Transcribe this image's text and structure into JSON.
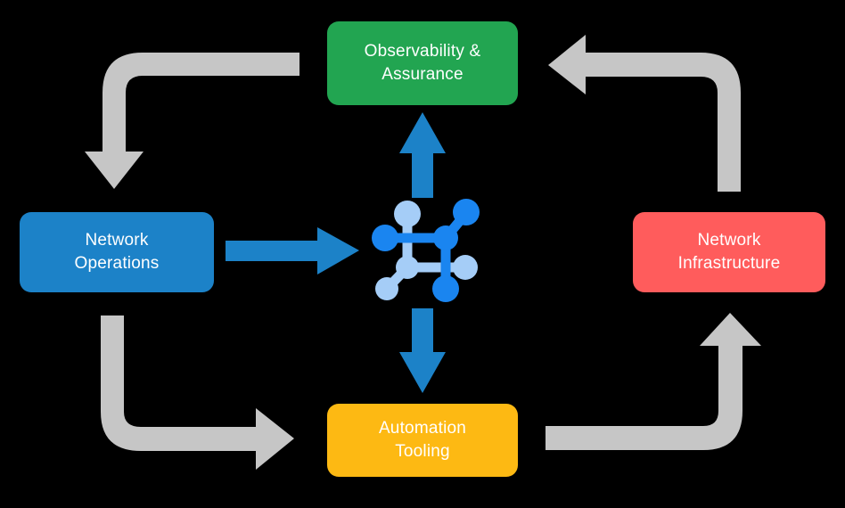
{
  "diagram": {
    "title": "Network automation lifecycle cycle diagram",
    "background_color": "#000000",
    "center": {
      "icon_name": "network-topology-icon",
      "colors": {
        "primary": "#1a85f0",
        "secondary": "#a5cdf7"
      }
    },
    "nodes": [
      {
        "id": "observability",
        "label": "Observability &\nAssurance",
        "color": "#22a551",
        "text_color": "#ffffff",
        "position": "top"
      },
      {
        "id": "operations",
        "label": "Network\nOperations",
        "color": "#1c82c8",
        "text_color": "#ffffff",
        "position": "left"
      },
      {
        "id": "infrastructure",
        "label": "Network\nInfrastructure",
        "color": "#ff5c5c",
        "text_color": "#ffffff",
        "position": "right"
      },
      {
        "id": "automation",
        "label": "Automation\nTooling",
        "color": "#fdb913",
        "text_color": "#ffffff",
        "position": "bottom"
      }
    ],
    "blue_arrows": [
      {
        "id": "arrow-center-to-observability",
        "direction": "up",
        "color": "#1c82c8"
      },
      {
        "id": "arrow-operations-to-center",
        "direction": "right",
        "color": "#1c82c8"
      },
      {
        "id": "arrow-center-to-automation",
        "direction": "down",
        "color": "#1c82c8"
      }
    ],
    "gray_arrows": [
      {
        "id": "arrow-observability-to-operations",
        "from": "observability",
        "to": "operations",
        "color": "#c6c6c6",
        "corner": "top-left",
        "head": "down"
      },
      {
        "id": "arrow-infrastructure-to-observability",
        "from": "infrastructure",
        "to": "observability",
        "color": "#c6c6c6",
        "corner": "top-right",
        "head": "left"
      },
      {
        "id": "arrow-operations-to-automation",
        "from": "operations",
        "to": "automation",
        "color": "#c6c6c6",
        "corner": "bottom-left",
        "head": "right"
      },
      {
        "id": "arrow-automation-to-infrastructure",
        "from": "automation",
        "to": "infrastructure",
        "color": "#c6c6c6",
        "corner": "bottom-right",
        "head": "up"
      }
    ]
  }
}
